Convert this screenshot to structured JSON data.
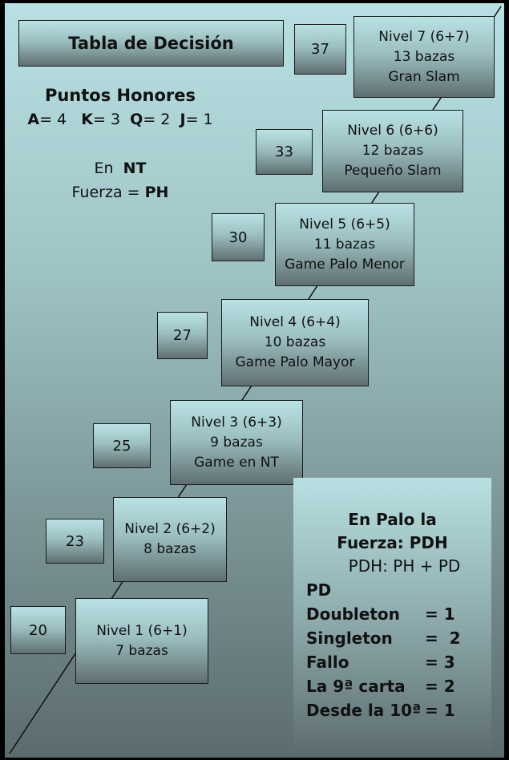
{
  "title": "Tabla de Decisión",
  "honores": {
    "heading": "Puntos Honores",
    "values": [
      {
        "card": "A",
        "eq": "= 4"
      },
      {
        "card": "K",
        "eq": "= 3"
      },
      {
        "card": "Q",
        "eq": "= 2"
      },
      {
        "card": "J",
        "eq": "= 1"
      }
    ]
  },
  "nt": {
    "line1_prefix": "En",
    "line1_bold": "NT",
    "line2_prefix": "Fuerza =",
    "line2_bold": "PH"
  },
  "levels": [
    {
      "points": "37",
      "name": "Nivel 7 (6+7)",
      "tricks": "13 bazas",
      "contract": "Gran Slam"
    },
    {
      "points": "33",
      "name": "Nivel 6 (6+6)",
      "tricks": "12 bazas",
      "contract": "Pequeño Slam"
    },
    {
      "points": "30",
      "name": "Nivel 5 (6+5)",
      "tricks": "11 bazas",
      "contract": "Game Palo Menor"
    },
    {
      "points": "27",
      "name": "Nivel 4 (6+4)",
      "tricks": "10 bazas",
      "contract": "Game Palo Mayor"
    },
    {
      "points": "25",
      "name": "Nivel 3 (6+3)",
      "tricks": "9 bazas",
      "contract": "Game en NT"
    },
    {
      "points": "23",
      "name": "Nivel 2 (6+2)",
      "tricks": "8 bazas",
      "contract": ""
    },
    {
      "points": "20",
      "name": "Nivel 1 (6+1)",
      "tricks": "7 bazas",
      "contract": ""
    }
  ],
  "palo": {
    "heading1": "En Palo la",
    "heading2": "Fuerza: PDH",
    "formula": "PDH: PH + PD",
    "pd_label": "PD",
    "rows": [
      {
        "label": "Doubleton",
        "value": "= 1"
      },
      {
        "label": "Singleton",
        "value": "=  2"
      },
      {
        "label": "Fallo",
        "value": "= 3"
      },
      {
        "label": "La 9ª carta",
        "value": "= 2"
      },
      {
        "label": "Desde la 10ª",
        "value": "= 1"
      }
    ]
  }
}
